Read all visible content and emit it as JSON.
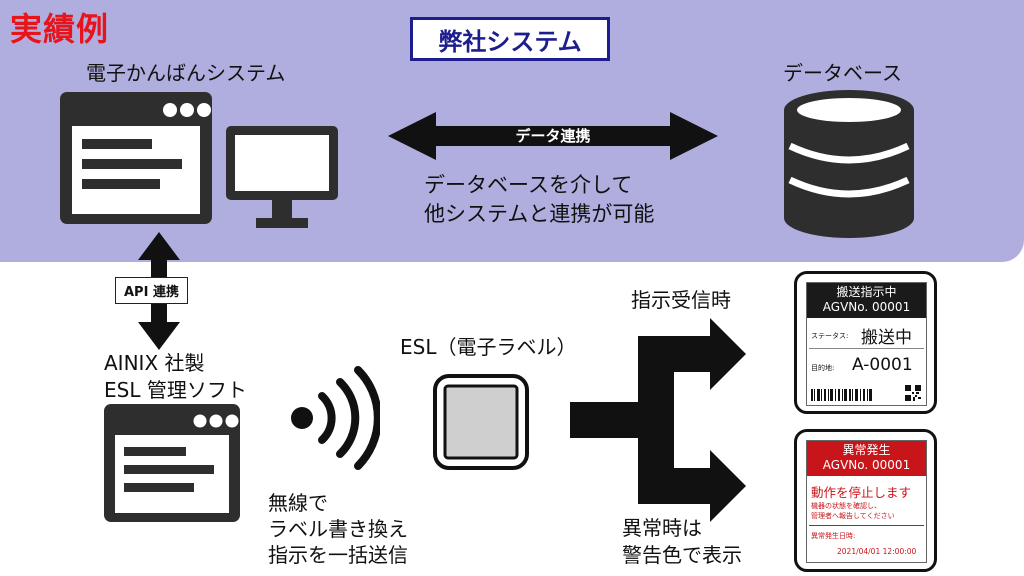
{
  "badge": "実績例",
  "company_system": "弊社システム",
  "kanban_system": {
    "label": "電子かんばんシステム",
    "icons": [
      "browser-window-icon",
      "monitor-icon"
    ]
  },
  "database": {
    "label": "データベース",
    "icon": "database-icon"
  },
  "data_link": {
    "arrow_label": "データ連携",
    "description_line1": "データベースを介して",
    "description_line2": "他システムと連携が可能"
  },
  "api_link": {
    "arrow_label": "API 連携"
  },
  "esl_software": {
    "line1": "AINIX 社製",
    "line2": "ESL 管理ソフト",
    "icon": "browser-window-icon"
  },
  "wireless": {
    "icon": "wireless-signal-icon",
    "line1": "無線で",
    "line2": "ラベル書き換え",
    "line3": "指示を一括送信"
  },
  "esl": {
    "label": "ESL（電子ラベル）",
    "icon": "esl-device-icon"
  },
  "instruction": {
    "label": "指示受信時"
  },
  "abnormal": {
    "line1": "異常時は",
    "line2": "警告色で表示"
  },
  "label_normal": {
    "header_title": "搬送指示中",
    "header_id": "AGVNo. 00001",
    "status_caption": "ステータス:",
    "status_value": "搬送中",
    "dest_caption": "目的地:",
    "dest_value": "A-0001"
  },
  "label_alert": {
    "header_title": "異常発生",
    "header_id": "AGVNo. 00001",
    "message": "動作を停止します",
    "detail_line1": "機器の状態を確認し、",
    "detail_line2": "管理者へ報告してください",
    "time_caption": "異常発生日時:",
    "time_value": "2021/04/01 12:00:00"
  },
  "colors": {
    "panel": "#b0aede",
    "badge": "#e8141c",
    "company_border": "#1d1d8f",
    "icon_dark": "#2e2e2e",
    "alert_red": "#c8151a"
  }
}
